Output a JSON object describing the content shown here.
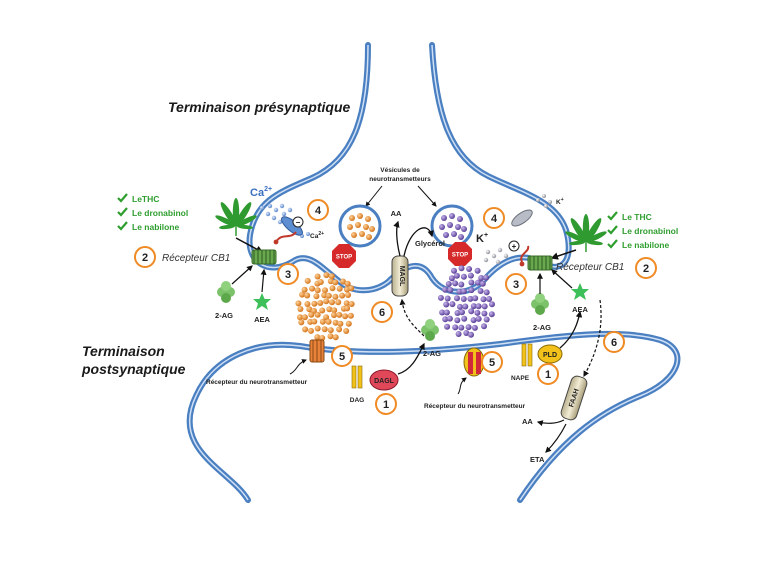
{
  "titles": {
    "presynaptic": "Terminaison présynaptique",
    "postsynaptic_line1": "Terminaison",
    "postsynaptic_line2": "postsynaptique"
  },
  "drugs_left": [
    "LeTHC",
    "Le dronabinol",
    "Le nabilone"
  ],
  "drugs_right": [
    "Le THC",
    "Le dronabinol",
    "Le nabilone"
  ],
  "labels": {
    "vesicles": [
      "Vésicules de",
      "neurotransmetteurs"
    ],
    "receptor_cb1": "Récepteur CB1",
    "two_ag": "2-AG",
    "aea": "AEA",
    "aa": "AA",
    "glycerol": "Glycérol",
    "magl": "MAGL",
    "stop": "STOP",
    "dag": "DAG",
    "dagl": "DAGL",
    "nape": "NAPE",
    "pld": "PLD",
    "faah": "FAAH",
    "eta": "ETA",
    "nt_receptor": "Récepteur du neurotransmetteur",
    "calcium": "Ca",
    "calcium_sup": "2+",
    "calcium_small": "Ca",
    "potassium": "K",
    "potassium_sup": "+",
    "potassium_small": "K",
    "minus": "−",
    "plus": "+"
  },
  "step_numbers": {
    "one": "1",
    "two": "2",
    "three": "3",
    "four": "4",
    "five": "5",
    "six": "6"
  },
  "colors": {
    "membrane": "#4a7fc1",
    "green": "#2e9e2e",
    "orange_circle": "#f08a24",
    "vesicle_orange": "#e48a2c",
    "vesicle_purple": "#6a4fa0",
    "stop_red": "#d62a2a",
    "dagl_red": "#e0485a",
    "pld_yellow": "#f2c21a"
  }
}
